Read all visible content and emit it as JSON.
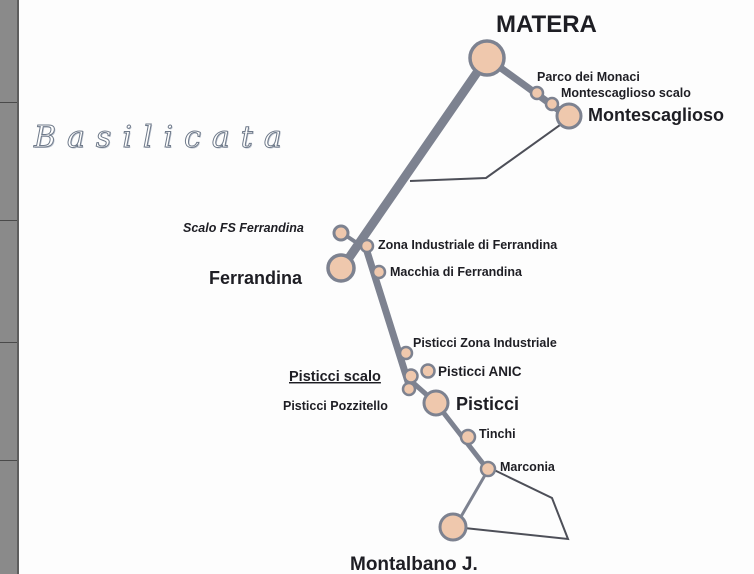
{
  "region_label": "Basilicata",
  "colors": {
    "track": "#7d8290",
    "node_fill": "#efc8ad",
    "node_stroke": "#7d8290",
    "branch_line": "#4d4f58",
    "label": "#1e1e24",
    "left_bar": "#8a8a8a"
  },
  "stations": {
    "matera": "MATERA",
    "parco_dei_monaci": "Parco dei Monaci",
    "montescaglioso_scalo": "Montescaglioso scalo",
    "montescaglioso": "Montescaglioso",
    "scalo_fs_ferrandina": "Scalo FS Ferrandina",
    "zona_industriale_ferrandina": "Zona Industriale di Ferrandina",
    "ferrandina": "Ferrandina",
    "macchia_di_ferrandina": "Macchia di Ferrandina",
    "pisticci_zona_industriale": "Pisticci Zona Industriale",
    "pisticci_scalo": "Pisticci scalo",
    "pisticci_anic": "Pisticci ANIC",
    "pisticci_pozzitello": "Pisticci Pozzitello",
    "pisticci": "Pisticci",
    "tinchi": "Tinchi",
    "marconia": "Marconia",
    "montalbano": "Montalbano J."
  }
}
